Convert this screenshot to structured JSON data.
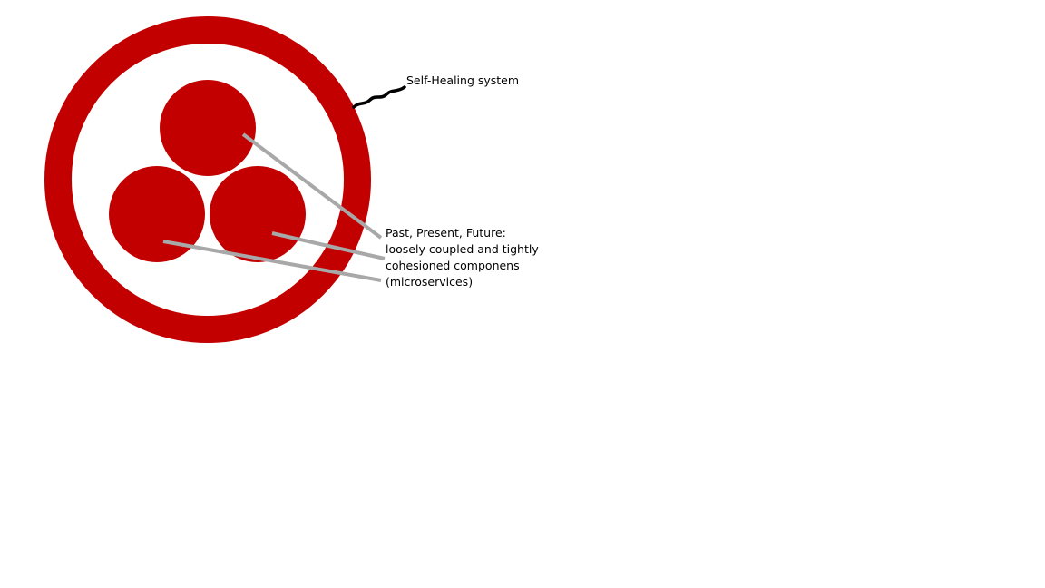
{
  "diagram": {
    "colors": {
      "symbol": "#c30000",
      "background": "#ffffff",
      "leader_line": "#a8a8a8",
      "scribble": "#000000"
    },
    "outer_label": "Self-Healing system",
    "inner_label_lines": [
      "Past, Present, Future:",
      "loosely coupled and tightly",
      "cohesioned componens",
      "(microservices)"
    ]
  }
}
